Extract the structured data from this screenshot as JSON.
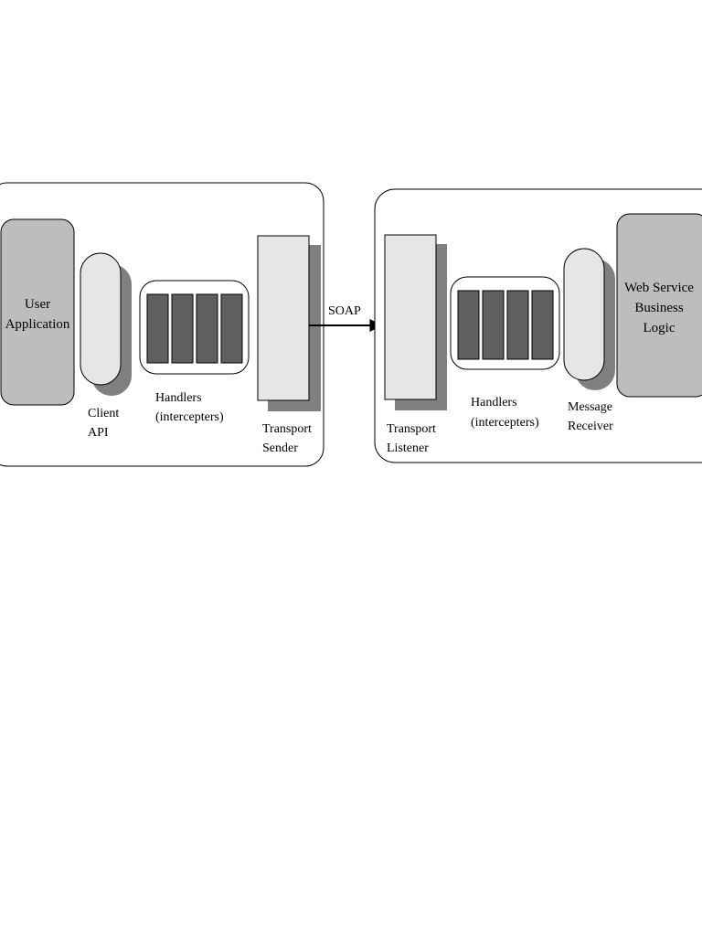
{
  "client": {
    "user_application": {
      "line1": "User",
      "line2": "Application"
    },
    "client_api": {
      "line1": "Client",
      "line2": "API"
    },
    "handlers": {
      "line1": "Handlers",
      "line2": "(intercepters)"
    },
    "transport_sender": {
      "line1": "Transport",
      "line2": "Sender"
    }
  },
  "connection": {
    "protocol_label": "SOAP"
  },
  "server": {
    "transport_listener": {
      "line1": "Transport",
      "line2": "Listener"
    },
    "handlers": {
      "line1": "Handlers",
      "line2": "(intercepters)"
    },
    "message_receiver": {
      "line1": "Message",
      "line2": "Receiver"
    },
    "business_logic": {
      "line1": "Web Service",
      "line2": "Business",
      "line3": "Logic"
    }
  },
  "colors": {
    "outline": "#000000",
    "shadow": "#808080",
    "light_fill": "#e6e6e6",
    "mid_fill": "#bdbdbd",
    "handler_fill": "#5f5f5f"
  }
}
